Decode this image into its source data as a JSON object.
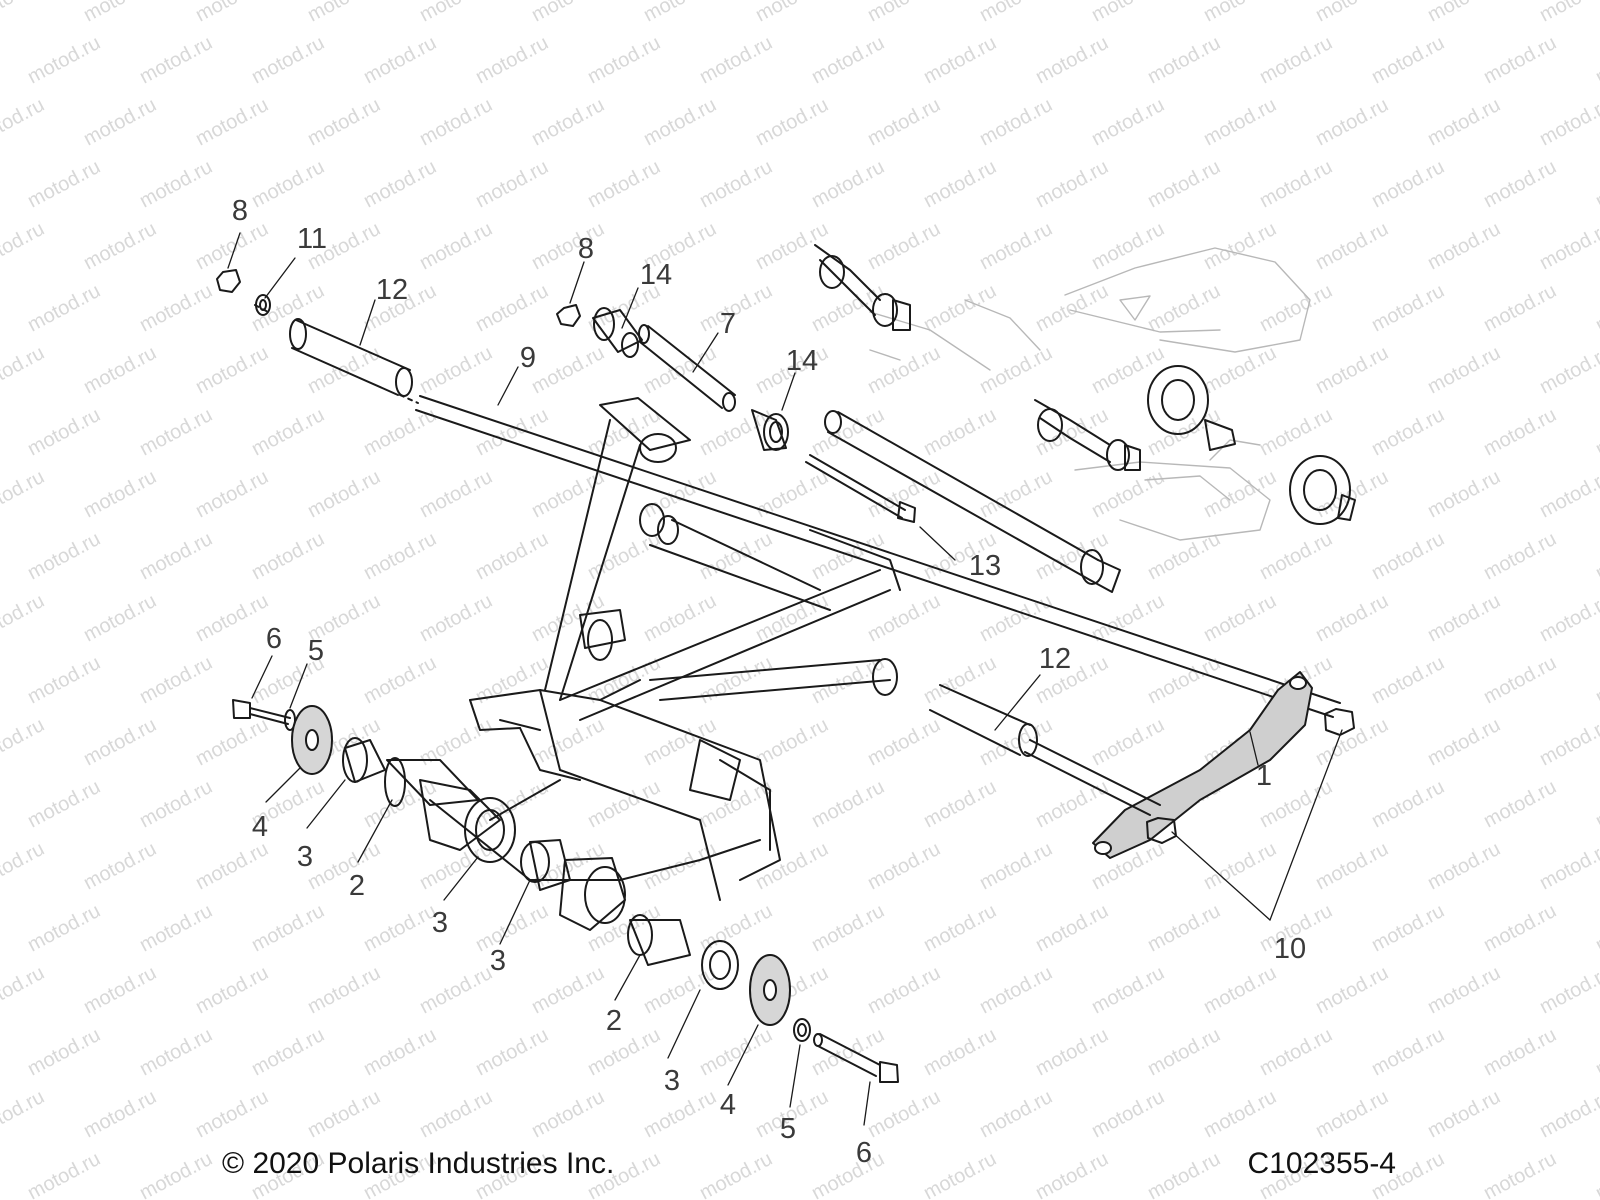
{
  "watermark": {
    "text": "motod.ru",
    "color": "#d8d8d8"
  },
  "callouts": [
    {
      "id": "c8a",
      "label": "8"
    },
    {
      "id": "c11",
      "label": "11"
    },
    {
      "id": "c12a",
      "label": "12"
    },
    {
      "id": "c8b",
      "label": "8"
    },
    {
      "id": "c14a",
      "label": "14"
    },
    {
      "id": "c7",
      "label": "7"
    },
    {
      "id": "c9",
      "label": "9"
    },
    {
      "id": "c14b",
      "label": "14"
    },
    {
      "id": "c13",
      "label": "13"
    },
    {
      "id": "c6a",
      "label": "6"
    },
    {
      "id": "c5a",
      "label": "5"
    },
    {
      "id": "c12b",
      "label": "12"
    },
    {
      "id": "c4a",
      "label": "4"
    },
    {
      "id": "c3a",
      "label": "3"
    },
    {
      "id": "c2a",
      "label": "2"
    },
    {
      "id": "c1",
      "label": "1"
    },
    {
      "id": "c3b",
      "label": "3"
    },
    {
      "id": "c3c",
      "label": "3"
    },
    {
      "id": "c10",
      "label": "10"
    },
    {
      "id": "c2b",
      "label": "2"
    },
    {
      "id": "c3d",
      "label": "3"
    },
    {
      "id": "c4b",
      "label": "4"
    },
    {
      "id": "c5b",
      "label": "5"
    },
    {
      "id": "c6b",
      "label": "6"
    }
  ],
  "footer": {
    "copyright": "© 2020 Polaris Industries Inc.",
    "drawing_id": "C102355-4"
  }
}
